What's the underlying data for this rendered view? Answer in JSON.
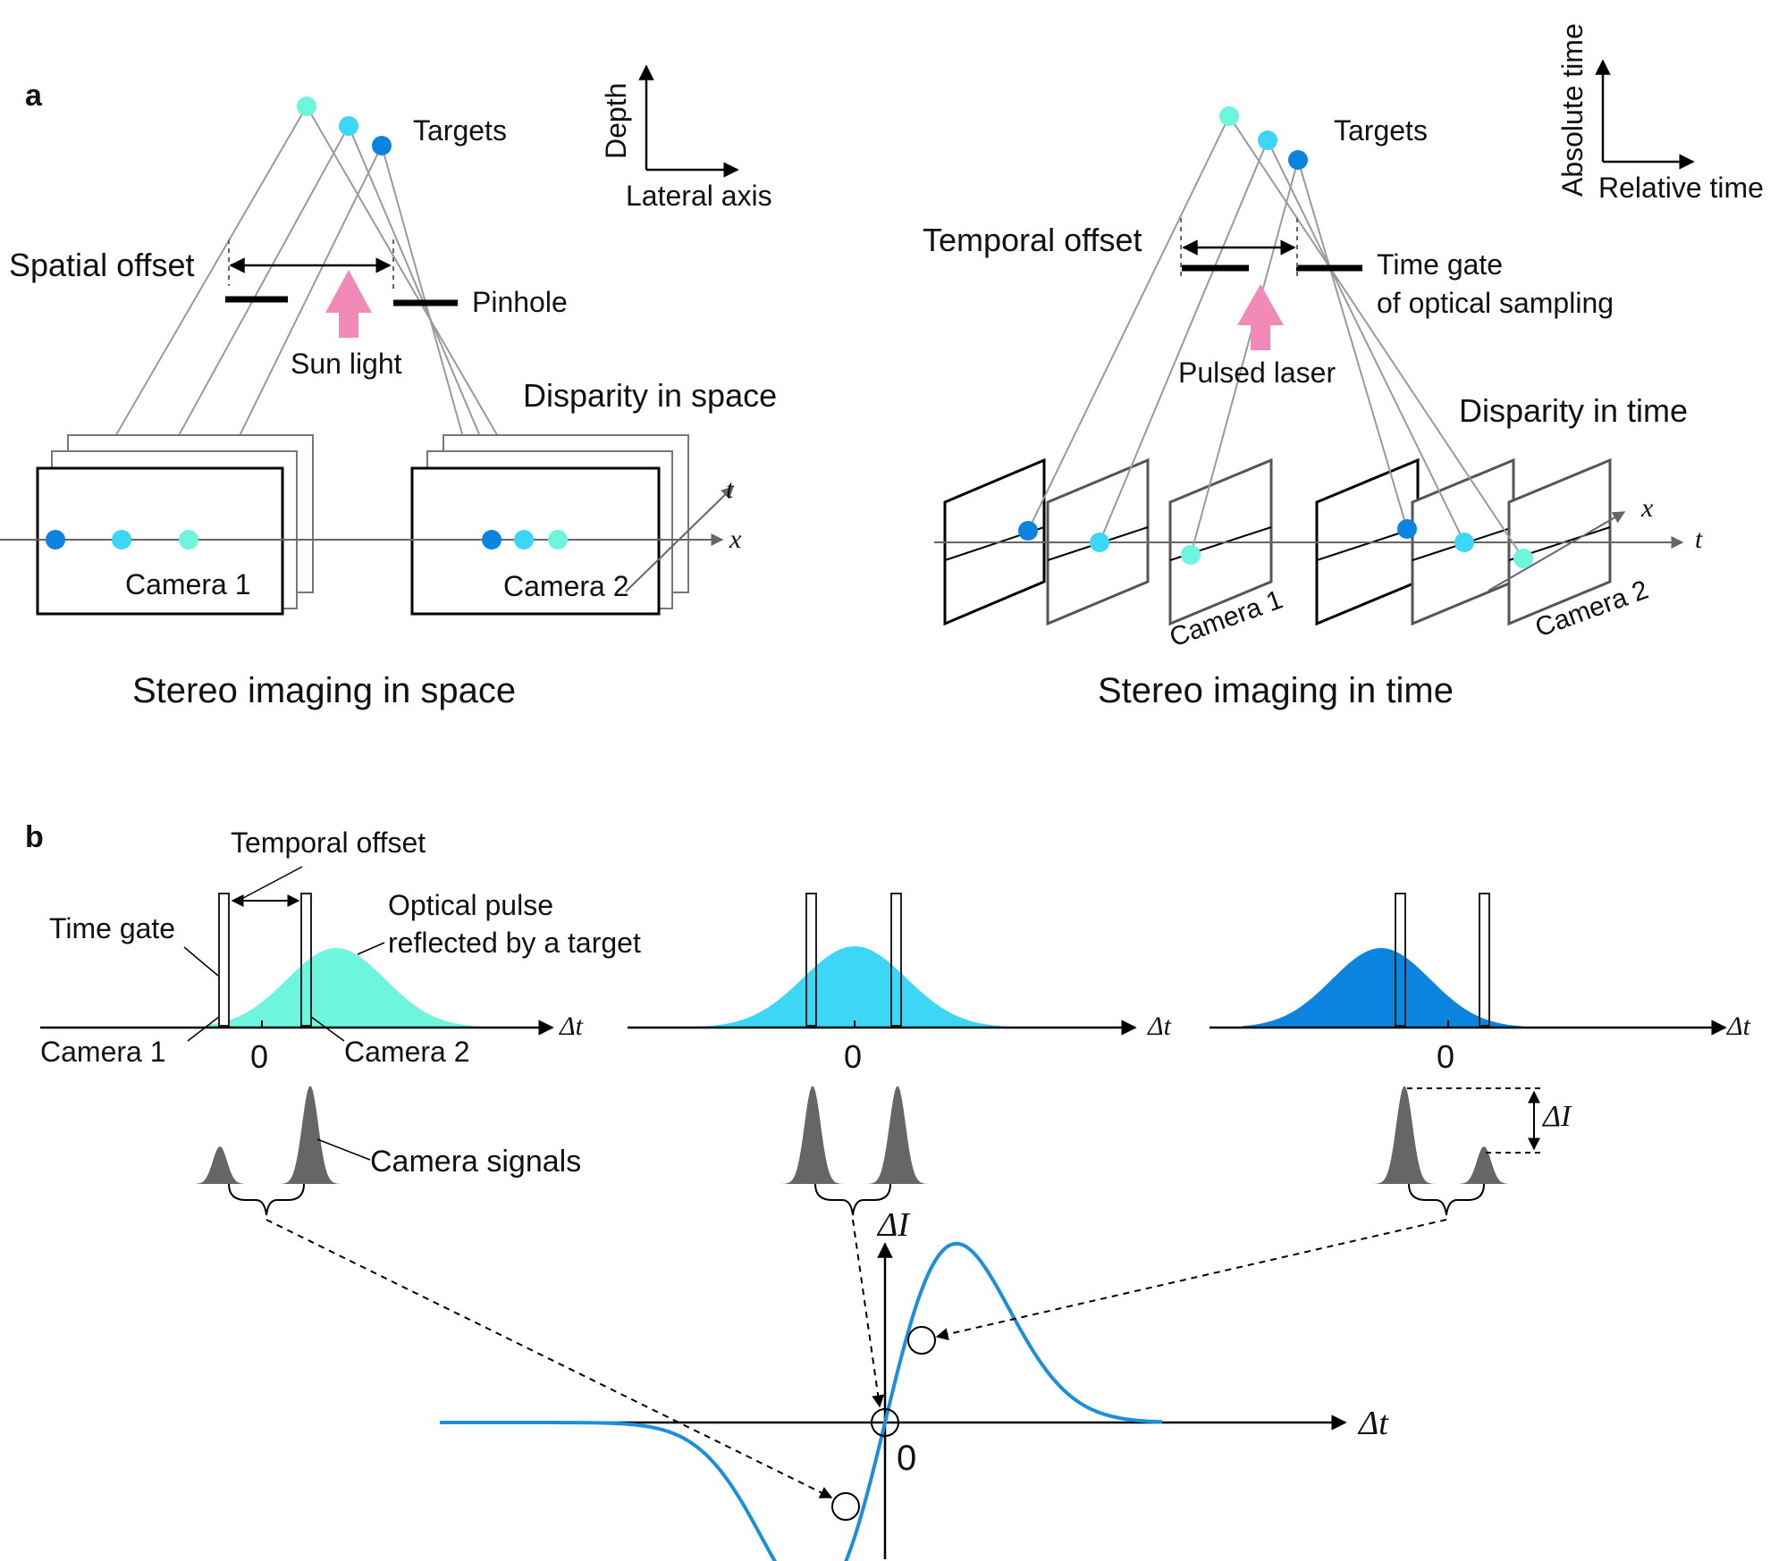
{
  "colors": {
    "light": "#6ef5de",
    "mid": "#3cd6f7",
    "dark": "#0a84df",
    "pink": "#f28ab7",
    "curve": "#1b8fdb",
    "gray_line": "#9a9a9a",
    "frame_back": "#6e6e6e"
  },
  "panel_a": {
    "label": "a",
    "space": {
      "targets": "Targets",
      "spatial_offset": "Spatial offset",
      "pinhole": "Pinhole",
      "sun_light": "Sun light",
      "disparity": "Disparity in space",
      "camera1": "Camera 1",
      "camera2": "Camera 2",
      "axis_t": "t",
      "axis_x": "x",
      "caption": "Stereo imaging in space",
      "axes": {
        "vertical": "Depth",
        "horizontal": "Lateral axis"
      }
    },
    "time": {
      "targets": "Targets",
      "temporal_offset": "Temporal offset",
      "time_gate_l1": "Time gate",
      "time_gate_l2": "of optical sampling",
      "pulsed_laser": "Pulsed laser",
      "disparity": "Disparity in time",
      "camera1": "Camera 1",
      "camera2": "Camera 2",
      "axis_x": "x",
      "axis_t": "t",
      "caption": "Stereo imaging in time",
      "axes": {
        "vertical": "Absolute time",
        "horizontal": "Relative time"
      }
    }
  },
  "panel_b": {
    "label": "b",
    "temporal_offset": "Temporal offset",
    "time_gate": "Time gate",
    "optical_pulse_l1": "Optical pulse",
    "optical_pulse_l2": "reflected by a target",
    "camera1": "Camera 1",
    "camera2": "Camera 2",
    "camera_signals": "Camera signals",
    "delta_t": "Δt",
    "zero": "0",
    "delta_I": "ΔI"
  },
  "icons": [
    "pink-up-arrow-icon",
    "double-headed-arrow-icon",
    "axis-arrow-icon",
    "target-dot-icon"
  ]
}
